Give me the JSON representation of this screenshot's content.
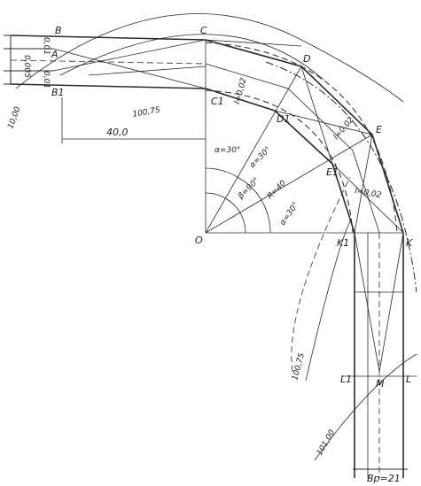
{
  "points": {
    "B": "B",
    "A": "A",
    "B1": "B1",
    "C": "C",
    "C1": "C1",
    "D": "D",
    "D1": "D1",
    "E": "E",
    "E1": "E1",
    "K": "K",
    "K1": "K1",
    "O": "O",
    "L": "L",
    "L1": "L1",
    "M": "M"
  },
  "dimensions": {
    "top_offset_1": "0,01",
    "left_mid": "0,005",
    "top_offset_2": "0,01",
    "left_chainage": "10,00",
    "distance_40": "40,0",
    "chainage_upper": "100,75",
    "lengths_cd": "l=0,02",
    "lengths_de": "l=0,02",
    "lengths_ek": "l=0,02",
    "chainage_right": "100,75",
    "chainage_bottom": "101,00",
    "width": "Bp=21"
  },
  "angles": {
    "alpha1": "α=30°",
    "alpha2": "α=30°",
    "alpha3": "α=30°",
    "beta": "β=90°",
    "radius": "R=40"
  }
}
